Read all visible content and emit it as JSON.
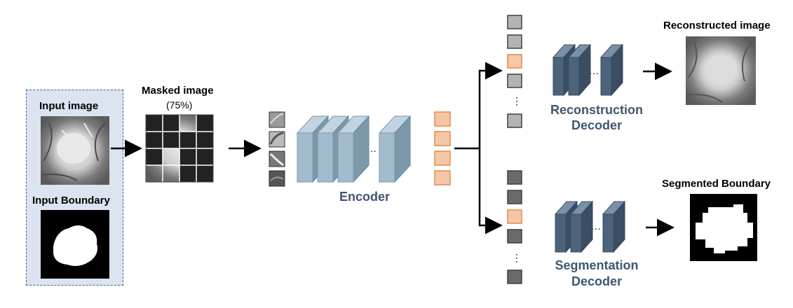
{
  "input_panel": {
    "input_image_label": "Input image",
    "input_boundary_label": "Input Boundary"
  },
  "masked": {
    "title": "Masked image",
    "ratio": "(75%)"
  },
  "encoder": {
    "label": "Encoder",
    "ellipsis": "···"
  },
  "reconstruction": {
    "label_line1": "Reconstruction",
    "label_line2": "Decoder",
    "output_label": "Reconstructed image",
    "ellipsis": "···",
    "vdots": "⋮"
  },
  "segmentation": {
    "label_line1": "Segmentation",
    "label_line2": "Decoder",
    "output_label": "Segmented Boundary",
    "ellipsis": "···",
    "vdots": "⋮"
  },
  "colors": {
    "encoder_face": "#a3bccd",
    "encoder_dark": "#7d97ab",
    "decoder_face": "#4d637b",
    "decoder_dark": "#3a4d62",
    "latent_fill": "#f6c7a6",
    "latent_border": "#e08a52",
    "recon_token": "#b3b3b3",
    "seg_token": "#6b6b6b",
    "panel_bg": "#dbe4f0"
  }
}
